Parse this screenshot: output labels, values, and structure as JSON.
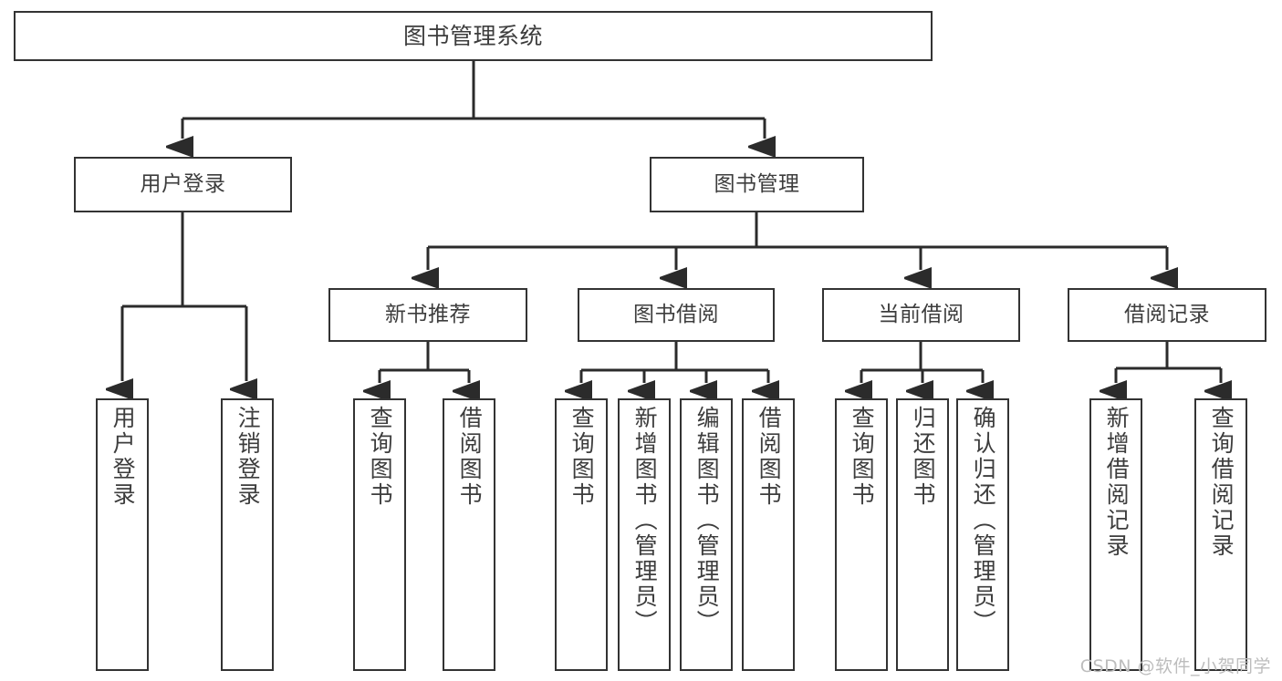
{
  "diagram": {
    "title": "图书管理系统",
    "type": "tree-hierarchy-chart",
    "colors": {
      "box_border": "#333333",
      "box_fill": "#ffffff",
      "connector": "#2b2b2b",
      "text": "#3d3d3d",
      "watermark": "#bdbdbd"
    },
    "root": {
      "id": "root",
      "label": "图书管理系统"
    },
    "level1": [
      {
        "id": "user-login",
        "label": "用户登录"
      },
      {
        "id": "book-manage",
        "label": "图书管理"
      }
    ],
    "level2": [
      {
        "id": "new-book-recommend",
        "label": "新书推荐",
        "parent": "book-manage"
      },
      {
        "id": "book-borrow",
        "label": "图书借阅",
        "parent": "book-manage"
      },
      {
        "id": "current-borrow",
        "label": "当前借阅",
        "parent": "book-manage"
      },
      {
        "id": "borrow-record",
        "label": "借阅记录",
        "parent": "book-manage"
      }
    ],
    "leaves": [
      {
        "id": "leaf-user-login",
        "label": "用户登录",
        "parent": "user-login"
      },
      {
        "id": "leaf-user-logout",
        "label": "注销登录",
        "parent": "user-login"
      },
      {
        "id": "leaf-query-book-1",
        "label": "查询图书",
        "parent": "new-book-recommend"
      },
      {
        "id": "leaf-borrow-book-1",
        "label": "借阅图书",
        "parent": "new-book-recommend"
      },
      {
        "id": "leaf-query-book-2",
        "label": "查询图书",
        "parent": "book-borrow"
      },
      {
        "id": "leaf-add-book",
        "label": "新增图书（管理员）",
        "parent": "book-borrow"
      },
      {
        "id": "leaf-edit-book",
        "label": "编辑图书（管理员）",
        "parent": "book-borrow"
      },
      {
        "id": "leaf-borrow-book-2",
        "label": "借阅图书",
        "parent": "book-borrow"
      },
      {
        "id": "leaf-query-book-3",
        "label": "查询图书",
        "parent": "current-borrow"
      },
      {
        "id": "leaf-return-book",
        "label": "归还图书",
        "parent": "current-borrow"
      },
      {
        "id": "leaf-confirm-return",
        "label": "确认归还（管理员）",
        "parent": "current-borrow"
      },
      {
        "id": "leaf-add-record",
        "label": "新增借阅记录",
        "parent": "borrow-record"
      },
      {
        "id": "leaf-query-record",
        "label": "查询借阅记录",
        "parent": "borrow-record"
      }
    ],
    "watermark": "CSDN @软件_小贺同学"
  }
}
